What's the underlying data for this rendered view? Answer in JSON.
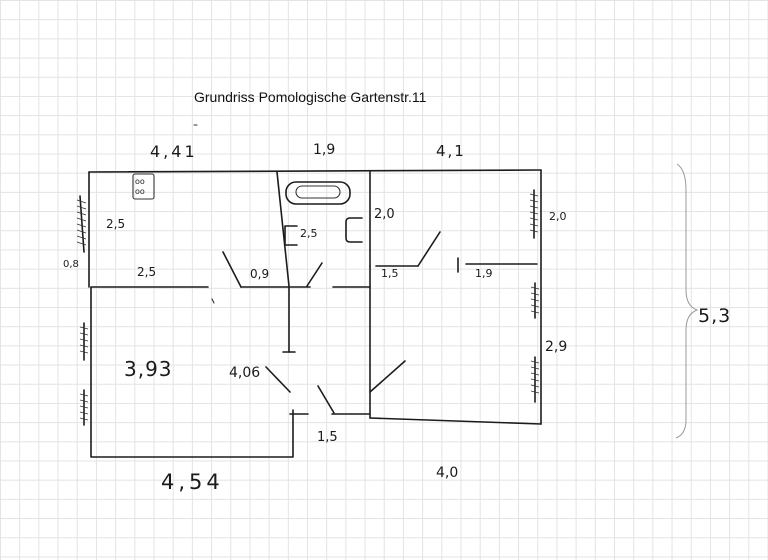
{
  "title": "Grundriss Pomologische Gartenstr.11",
  "labels": {
    "top_left_width": "4,41",
    "top_mid_width": "1,9",
    "top_right_width": "4,1",
    "left_room_depth": "2,5",
    "left_wall_small": "0,8",
    "left_room_width": "2,5",
    "door_width_left": "0,9",
    "bath_depth": "2,5",
    "bath_top_right": "2,0",
    "kitchen_right_depth": "2,0",
    "kitchen_door_width": "1,5",
    "kitchen_width": "1,9",
    "right_room_depth": "2,9",
    "overall_height": "5,3",
    "big_room_depth": "3,93",
    "corridor_depth": "4,06",
    "hall_width": "1,5",
    "bottom_left_width": "4,54",
    "bottom_right_width": "4,0"
  },
  "icons": {
    "stove": "stove-icon",
    "bathtub": "bathtub-icon",
    "toilet": "toilet-icon",
    "sink": "sink-icon",
    "radiator": "radiator-icon",
    "door": "door-swing-icon",
    "brace": "curly-brace-icon"
  }
}
